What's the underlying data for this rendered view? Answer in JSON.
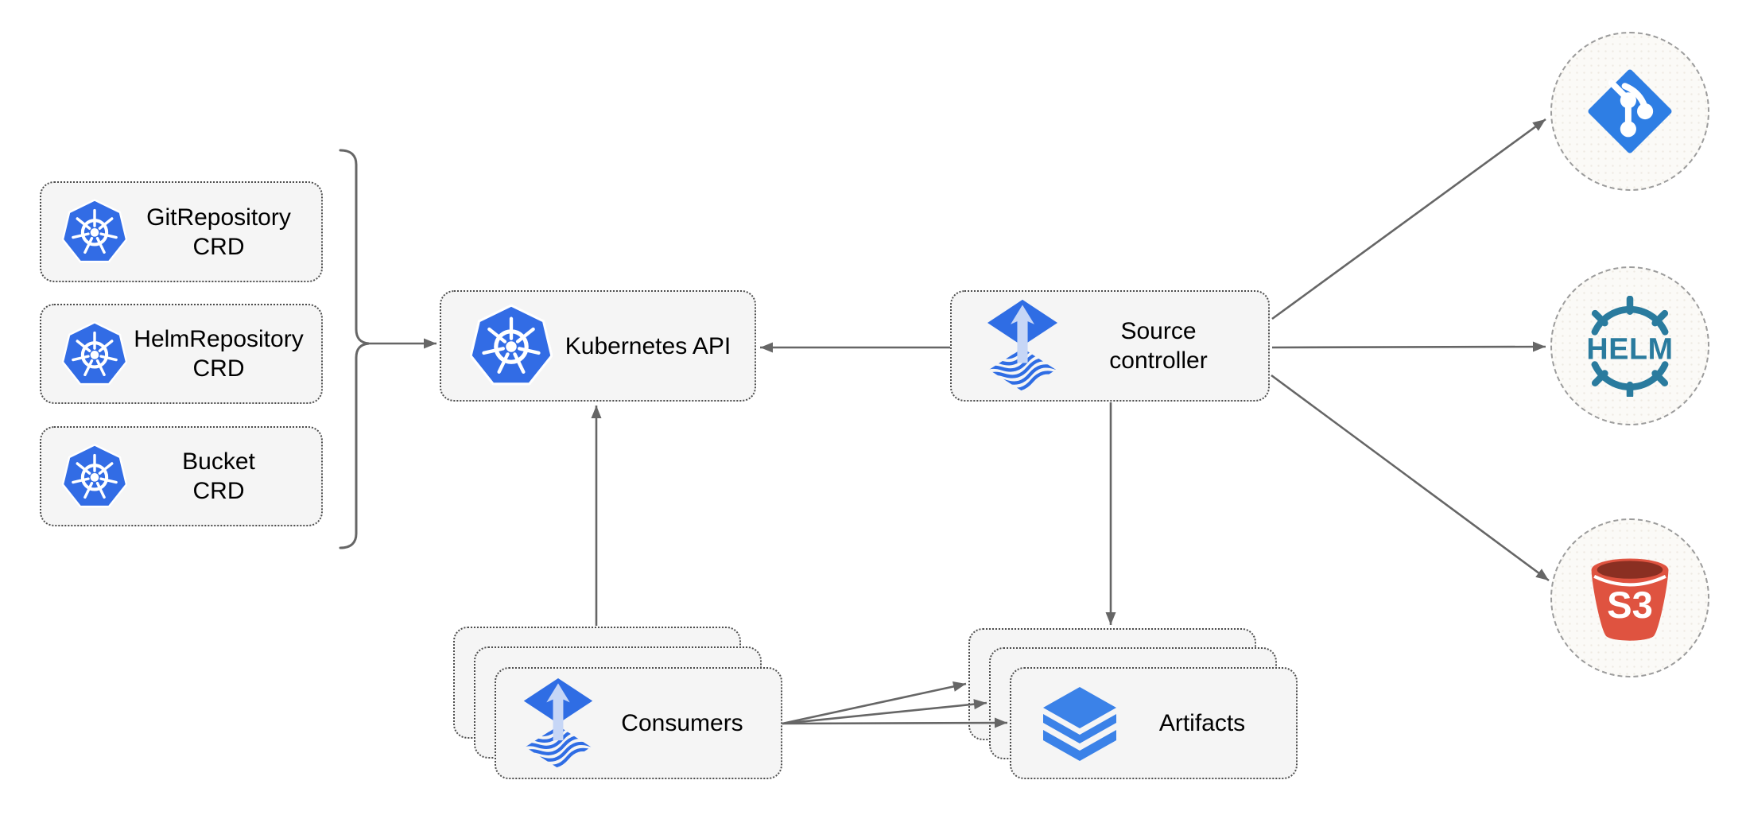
{
  "diagram": {
    "crds": [
      {
        "label": "GitRepository\nCRD",
        "icon": "kubernetes"
      },
      {
        "label": "HelmRepository\nCRD",
        "icon": "kubernetes"
      },
      {
        "label": "Bucket\nCRD",
        "icon": "kubernetes"
      }
    ],
    "kubernetes_api": {
      "label": "Kubernetes API",
      "icon": "kubernetes"
    },
    "source_controller": {
      "label": "Source\ncontroller",
      "icon": "flux"
    },
    "consumers": {
      "label": "Consumers",
      "icon": "flux",
      "stack_count": 3
    },
    "artifacts": {
      "label": "Artifacts",
      "icon": "layers",
      "stack_count": 3
    },
    "external_sources": [
      {
        "name": "git",
        "icon": "git-logo"
      },
      {
        "name": "helm",
        "icon": "helm-logo",
        "label": "HELM"
      },
      {
        "name": "s3",
        "icon": "s3-bucket-logo",
        "label": "S3"
      }
    ],
    "colors": {
      "kubernetes_blue": "#326ce5",
      "flux_blue": "#2f6de4",
      "flux_arrow_light": "#c6d6f6",
      "layers_blue": "#3b82e8",
      "git_blue": "#2e7ee4",
      "helm_teal": "#2a7b9e",
      "s3_red": "#df5340",
      "s3_dark_red": "#8a2f22",
      "node_fill": "#f5f5f5",
      "node_border": "#4d4d4d",
      "circle_fill": "#fbfaf7",
      "circle_border": "#9c9c9c",
      "connector_gray": "#666666",
      "text": "#000000"
    }
  }
}
